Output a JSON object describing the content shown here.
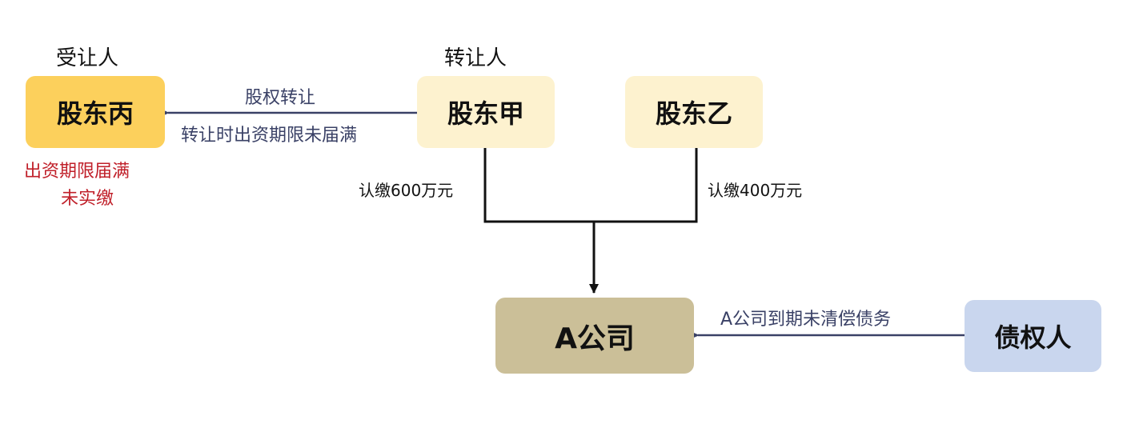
{
  "roles": {
    "receiver": "受让人",
    "transferor": "转让人"
  },
  "boxes": {
    "shareholder_bing": {
      "label": "股东丙",
      "color": "#fcd05c"
    },
    "shareholder_jia": {
      "label": "股东甲",
      "color": "#fdf2cf"
    },
    "shareholder_yi": {
      "label": "股东乙",
      "color": "#fdf2cf"
    },
    "company_a": {
      "label": "A公司",
      "color": "#cbbf98"
    },
    "creditor": {
      "label": "债权人",
      "color": "#c9d6ee"
    }
  },
  "notes": {
    "bing_line1": "出资期限届满",
    "bing_line2": "未实缴"
  },
  "transfer_arrow": {
    "top_label": "股权转让",
    "bottom_label": "转让时出资期限未届满"
  },
  "subscriptions": {
    "jia": "认缴600万元",
    "yi": "认缴400万元"
  },
  "debt_arrow": {
    "label": "A公司到期未清偿债务"
  },
  "colors": {
    "arrow_blue": "#3a4166",
    "note_red": "#c0202a",
    "line_black": "#111111"
  }
}
